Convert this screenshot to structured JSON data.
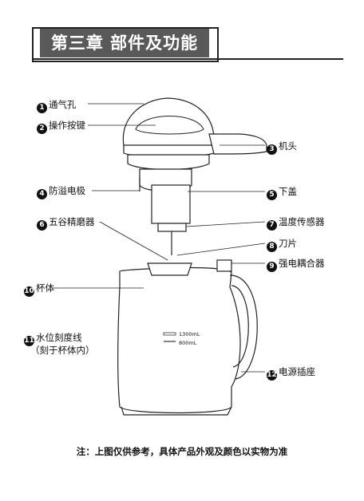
{
  "header": {
    "title": "第三章  部件及功能"
  },
  "parts": [
    {
      "num": "1",
      "text": "通气孔"
    },
    {
      "num": "2",
      "text": "操作按键"
    },
    {
      "num": "3",
      "text": "机头"
    },
    {
      "num": "4",
      "text": "防溢电极"
    },
    {
      "num": "5",
      "text": "下盖"
    },
    {
      "num": "6",
      "text": "五谷精磨器"
    },
    {
      "num": "7",
      "text": "温度传感器"
    },
    {
      "num": "8",
      "text": "刀片"
    },
    {
      "num": "9",
      "text": "强电耦合器"
    },
    {
      "num": "10",
      "text": "杯体"
    },
    {
      "num": "11",
      "text": "水位刻度线",
      "subtext": "（刻于杯体内）"
    },
    {
      "num": "12",
      "text": "电源插座"
    }
  ],
  "scale": {
    "max": "1300mL",
    "min": "800mL"
  },
  "note": "注：上图仅供参考，具体产品外观及颜色以实物为准"
}
